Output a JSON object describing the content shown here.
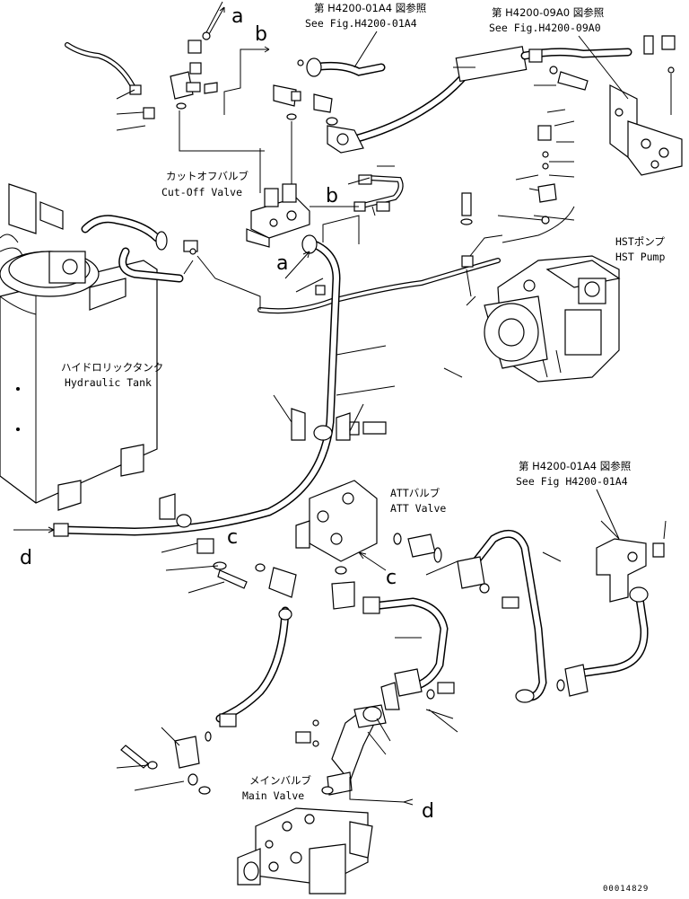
{
  "labels": {
    "ref_01a4_top_jp": "第 H4200-01A4 図参照",
    "ref_01a4_top_en": "See Fig.H4200-01A4",
    "ref_09a0_jp": "第 H4200-09A0 図参照",
    "ref_09a0_en": "See Fig.H4200-09A0",
    "cutoff_jp": "カットオフバルブ",
    "cutoff_en": "Cut-Off Valve",
    "hst_pump_jp": "HSTポンプ",
    "hst_pump_en": "HST Pump",
    "hydraulic_tank_jp": "ハイドロリックタンク",
    "hydraulic_tank_en": "Hydraulic Tank",
    "att_valve_jp": "ATTバルブ",
    "att_valve_en": "ATT Valve",
    "ref_01a4_right_jp": "第 H4200-01A4 図参照",
    "ref_01a4_right_en": "See Fig H4200-01A4",
    "main_valve_jp": "メインバルブ",
    "main_valve_en": "Main Valve"
  },
  "connectors": {
    "a": "a",
    "b": "b",
    "c": "c",
    "d": "d"
  },
  "drawing_number": "00014829"
}
